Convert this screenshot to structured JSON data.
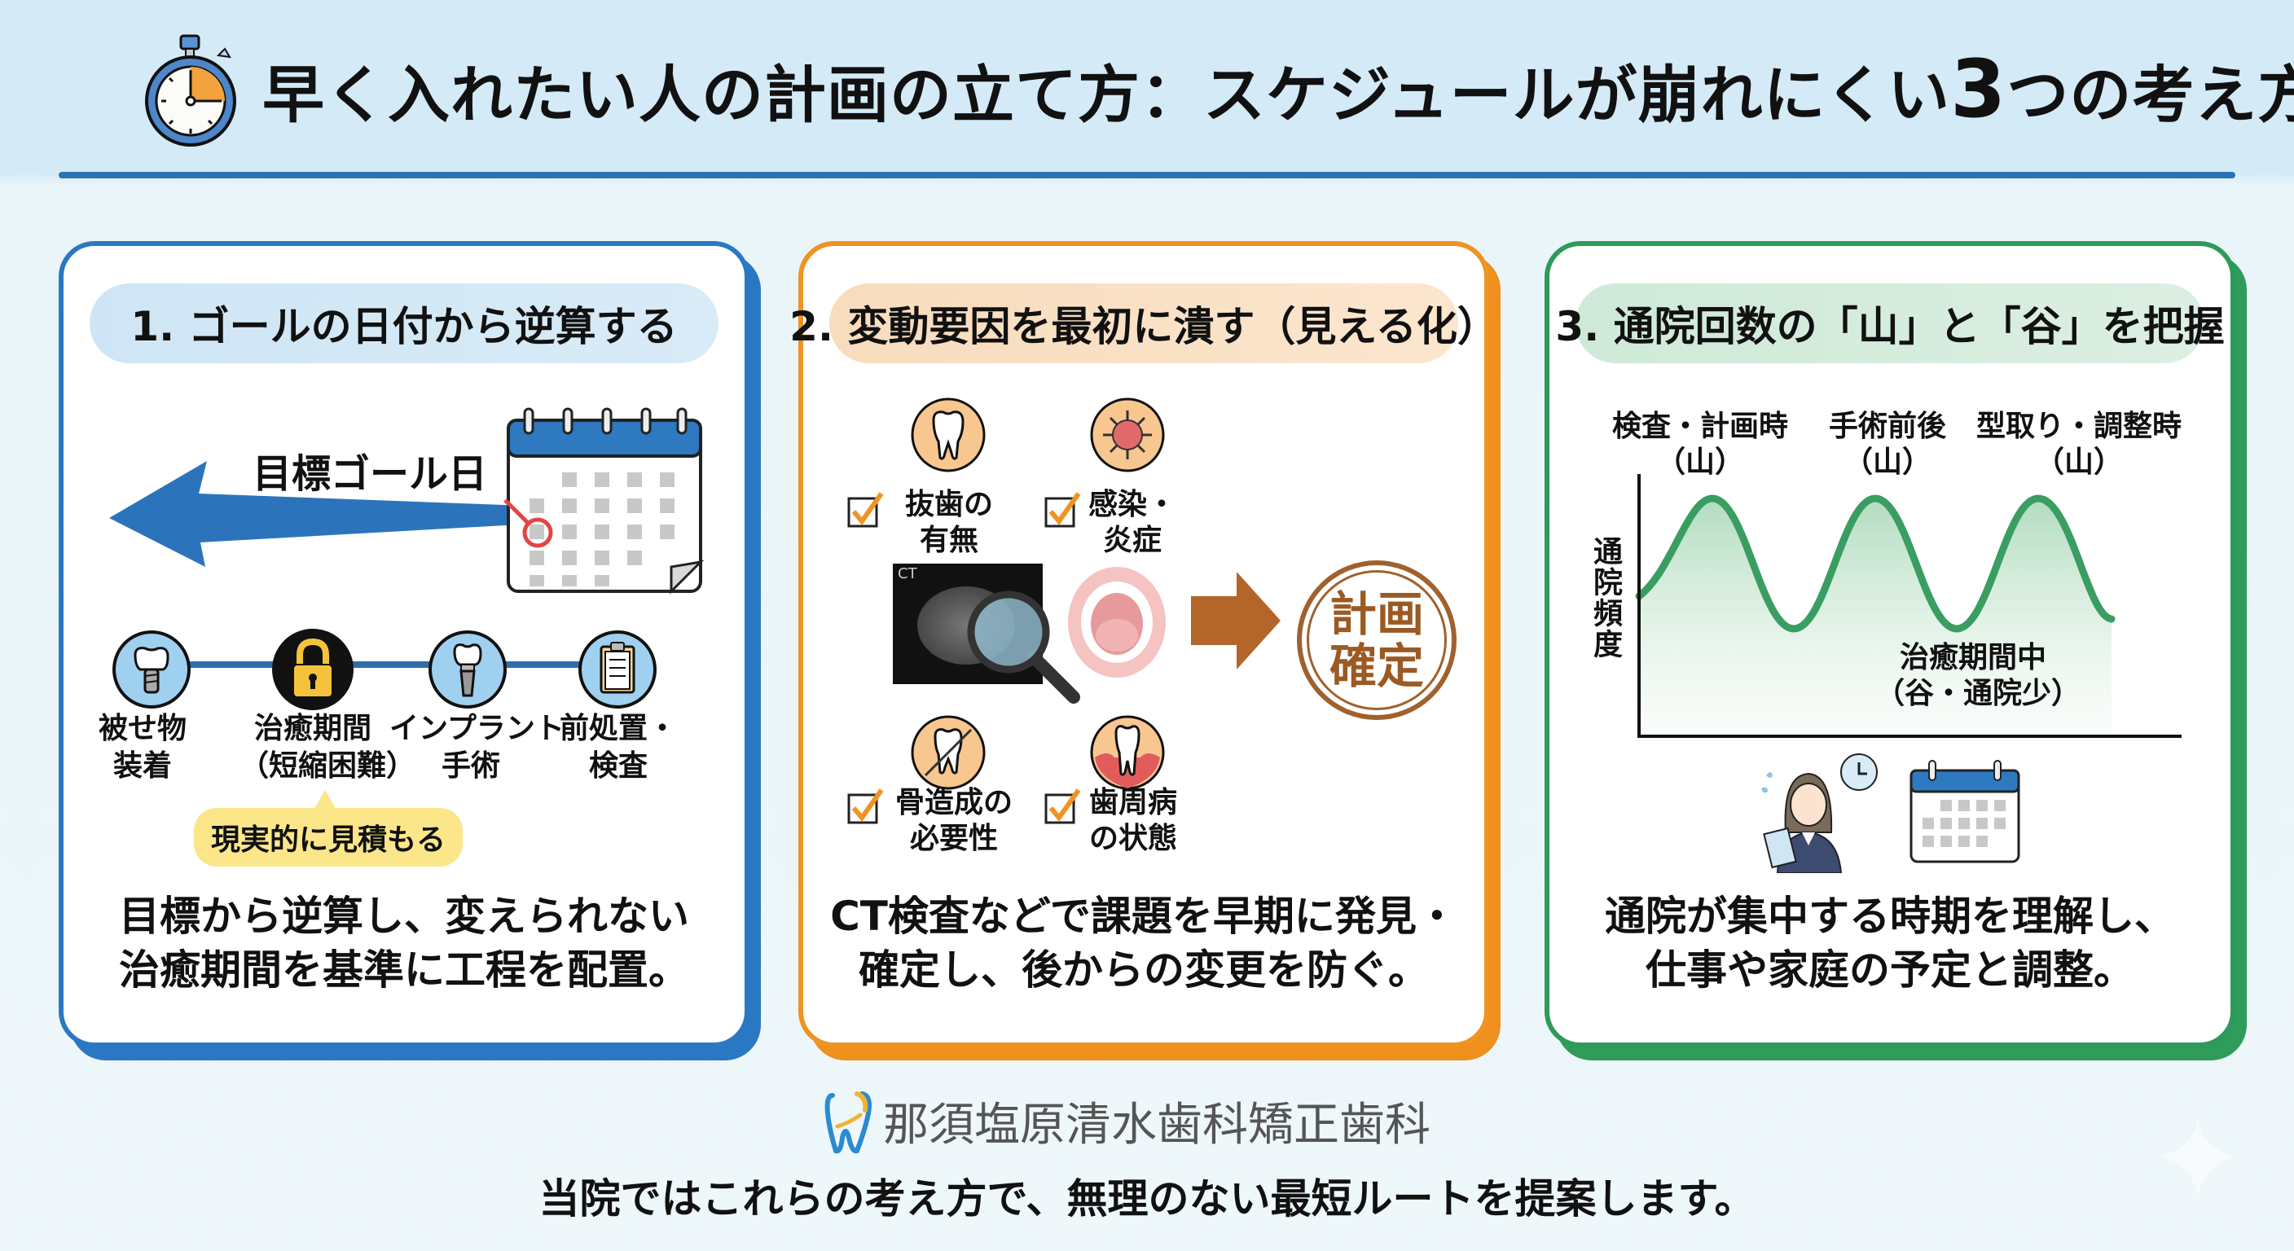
{
  "header": {
    "title_part1": "早く入れたい人の計画の立て方：スケジュールが崩れにくい",
    "title_number": "3",
    "title_part2": "つの考え方",
    "icon": "stopwatch-icon"
  },
  "colors": {
    "blue": "#2b78c2",
    "orange": "#ef9322",
    "green": "#2e9a5a",
    "brown": "#9b5a24",
    "yellow": "#fce68a"
  },
  "panels": [
    {
      "heading": "1. ゴールの日付から逆算する",
      "goal_label": "目標ゴール日",
      "steps": [
        {
          "line1": "被せ物",
          "line2": "装着",
          "icon": "crown-implant-icon"
        },
        {
          "line1": "治癒期間",
          "line2": "（短縮困難）",
          "icon": "lock-icon"
        },
        {
          "line1": "インプラント",
          "line2": "手術",
          "icon": "implant-icon"
        },
        {
          "line1": "前処置・",
          "line2": "検査",
          "icon": "clipboard-icon"
        }
      ],
      "bubble": "現実的に見積もる",
      "desc_line1": "目標から逆算し、変えられない",
      "desc_line2": "治癒期間を基準に工程を配置。"
    },
    {
      "heading": "2. 変動要因を最初に潰す（見える化）",
      "checks": [
        {
          "line1": "抜歯の",
          "line2": "有無",
          "icon": "damaged-tooth-icon"
        },
        {
          "line1": "感染・",
          "line2": "炎症",
          "icon": "germ-icon"
        },
        {
          "line1": "骨造成の",
          "line2": "必要性",
          "icon": "bone-graft-tooth-icon"
        },
        {
          "line1": "歯周病",
          "line2": "の状態",
          "icon": "gum-disease-icon"
        }
      ],
      "ct_label": "CT",
      "stamp_line1": "計画",
      "stamp_line2": "確定",
      "desc_line1": "CT検査などで課題を早期に発見・",
      "desc_line2": "確定し、後からの変更を防ぐ。"
    },
    {
      "heading": "3. 通院回数の「山」と「谷」を把握",
      "peaks": [
        {
          "line1": "検査・計画時",
          "line2": "（山）"
        },
        {
          "line1": "手術前後",
          "line2": "（山）"
        },
        {
          "line1": "型取り・調整時",
          "line2": "（山）"
        }
      ],
      "y_axis": "通院頻度",
      "valley_line1": "治癒期間中",
      "valley_line2": "（谷・通院少）",
      "desc_line1": "通院が集中する時期を理解し、",
      "desc_line2": "仕事や家庭の予定と調整。"
    }
  ],
  "footer": {
    "clinic_name": "那須塩原清水歯科矯正歯科",
    "tagline": "当院ではこれらの考え方で、無理のない最短ルートを提案します。"
  }
}
